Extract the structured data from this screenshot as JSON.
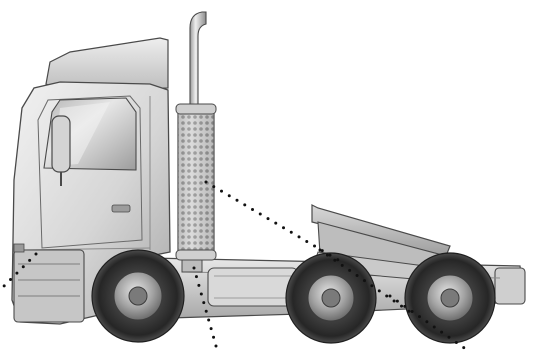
{
  "figure": {
    "subject": "tractor-truck-side-view",
    "style": "grayscale",
    "colors": {
      "background": "#ffffff",
      "body_light": "#e4e4e4",
      "body_mid": "#c9c9c9",
      "body_dark": "#8f8f8f",
      "outline": "#4a4a4a",
      "tire": "#2f2f2f",
      "hub": "#9a9a9a",
      "leader_dots": "#111111"
    },
    "components": [
      "cab",
      "roof-fairing",
      "door-window",
      "side-mirror",
      "door-handle",
      "front-grille",
      "exhaust-stack",
      "perforated-heat-shield",
      "chassis-frame",
      "fuel-tank",
      "fifth-wheel-coupling",
      "front-wheel",
      "drive-axle-wheel-1",
      "drive-axle-wheel-2"
    ],
    "leader_lines": [
      {
        "from": "front-grille",
        "style": "dotted"
      },
      {
        "from": "perforated-heat-shield",
        "style": "dotted"
      },
      {
        "from": "exhaust-stack-base",
        "style": "dotted"
      },
      {
        "from": "fifth-wheel-coupling",
        "style": "dotted"
      },
      {
        "from": "drive-axle-wheel-2",
        "style": "dotted"
      }
    ]
  }
}
